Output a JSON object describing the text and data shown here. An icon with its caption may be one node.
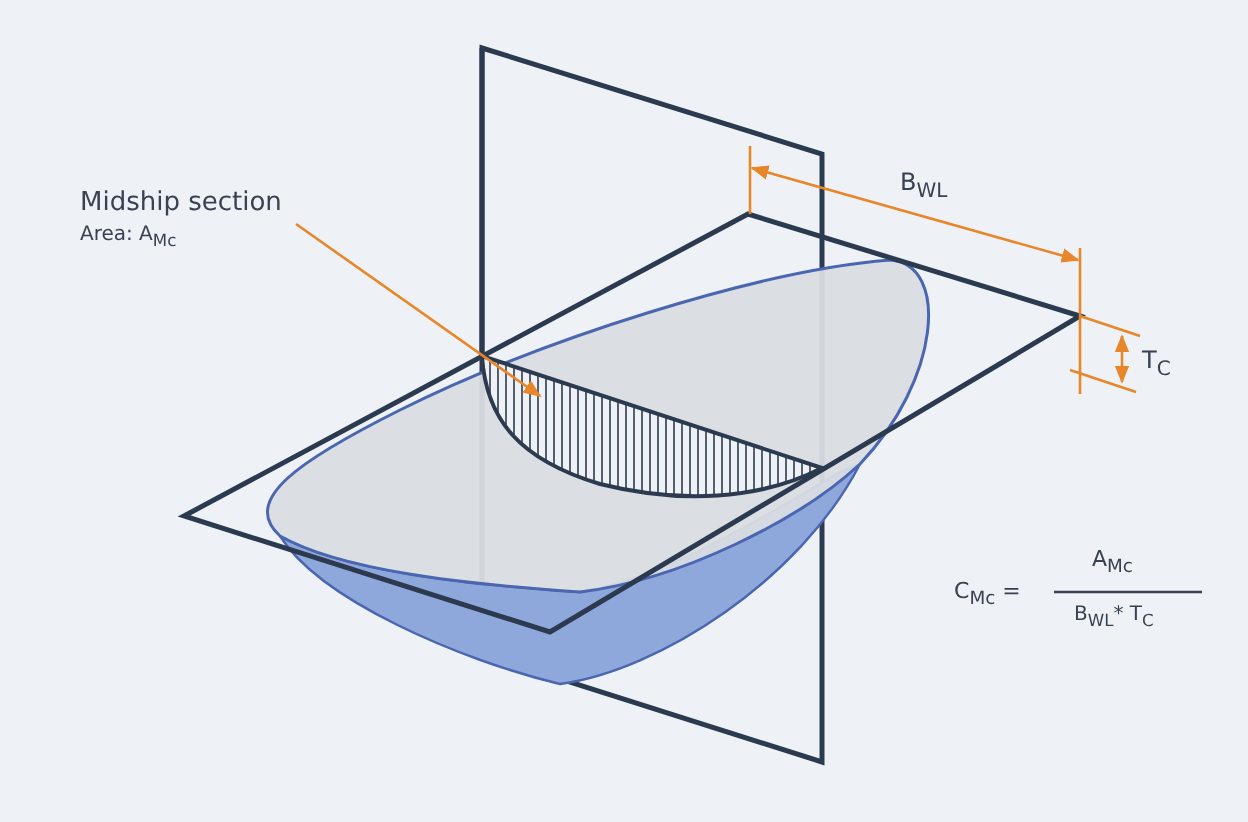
{
  "diagram": {
    "nodes": [
      {
        "text": [
          "Midship section",
          "Area: A$_{Mc}$"
        ]
      },
      {
        "text": [],
        "shape": "picture"
      }
    ],
    "edges": [
      {
        "from": 0,
        "to": 1,
        "arrow": "to"
      }
    ],
    "labels": [
      "B$_{WL}$",
      "T$_{C}$",
      "C$_{Mc}$ =",
      "A$_{Mc}$",
      "B$_{WL}$* T$_{C}$"
    ]
  }
}
